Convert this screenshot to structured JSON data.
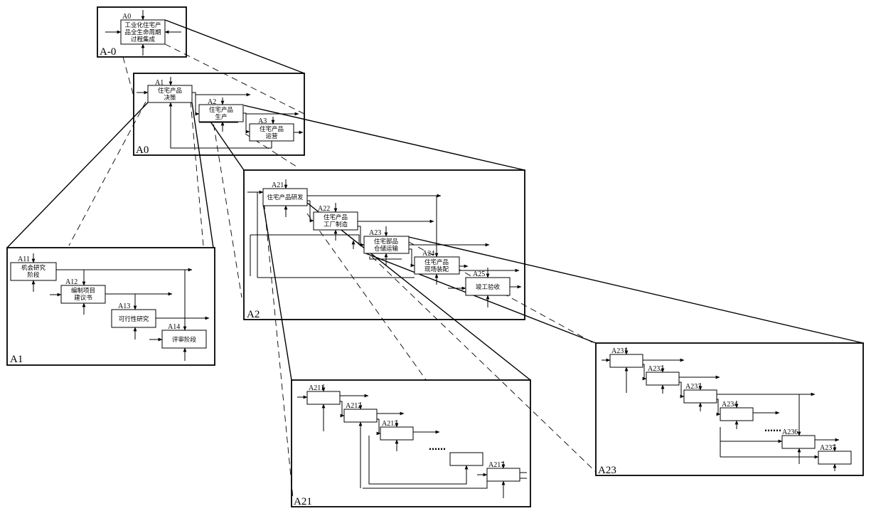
{
  "frames": {
    "a_minus_0": "A-0",
    "a0": "A0",
    "a1": "A1",
    "a2": "A2",
    "a21": "A21",
    "a23": "A23"
  },
  "nodes": {
    "A0": {
      "code": "A0",
      "lines": [
        "工业化住宅产",
        "品全生命周期",
        "过程集成"
      ]
    },
    "A1": {
      "code": "A1",
      "lines": [
        "住宅产品",
        "决策"
      ]
    },
    "A2": {
      "code": "A2",
      "lines": [
        "住宅产品",
        "生产"
      ]
    },
    "A3": {
      "code": "A3",
      "lines": [
        "住宅产品",
        "运营"
      ]
    },
    "A11": {
      "code": "A11",
      "lines": [
        "机会研究",
        "阶段"
      ]
    },
    "A12": {
      "code": "A12",
      "lines": [
        "编制项目",
        "建议书"
      ]
    },
    "A13": {
      "code": "A13",
      "lines": [
        "可行性研究"
      ]
    },
    "A14": {
      "code": "A14",
      "lines": [
        "评审阶段"
      ]
    },
    "A21": {
      "code": "A21",
      "lines": [
        "住宅产品研发"
      ]
    },
    "A22": {
      "code": "A22",
      "lines": [
        "住宅产品",
        "工厂制造"
      ]
    },
    "A23": {
      "code": "A23",
      "lines": [
        "住宅部品",
        "仓储运输"
      ]
    },
    "A24": {
      "code": "A24",
      "lines": [
        "住宅产品",
        "现场装配"
      ]
    },
    "A25": {
      "code": "A25",
      "lines": [
        "竣工验收"
      ]
    },
    "A211": {
      "code": "A211",
      "lines": []
    },
    "A212": {
      "code": "A212",
      "lines": []
    },
    "A213": {
      "code": "A213",
      "lines": []
    },
    "A217": {
      "code": "A217",
      "lines": []
    },
    "A231": {
      "code": "A231",
      "lines": []
    },
    "A232": {
      "code": "A232",
      "lines": []
    },
    "A233": {
      "code": "A233",
      "lines": []
    },
    "A234": {
      "code": "A234",
      "lines": []
    },
    "A236": {
      "code": "A236",
      "lines": []
    },
    "A237": {
      "code": "A237",
      "lines": []
    }
  },
  "ellipsis": "……"
}
